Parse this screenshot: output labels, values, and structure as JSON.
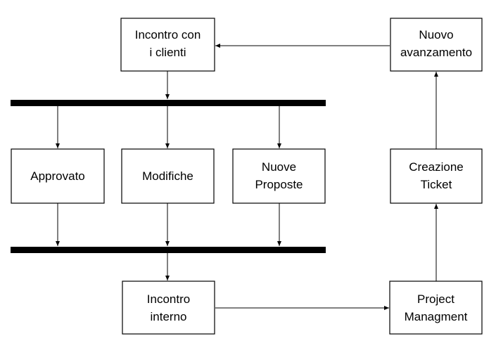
{
  "diagram": {
    "nodes": {
      "incontro_clienti": {
        "lines": [
          "Incontro con",
          "i clienti"
        ]
      },
      "nuovo_avanzamento": {
        "lines": [
          "Nuovo",
          "avanzamento"
        ]
      },
      "approvato": {
        "lines": [
          "Approvato"
        ]
      },
      "modifiche": {
        "lines": [
          "Modifiche"
        ]
      },
      "nuove_proposte": {
        "lines": [
          "Nuove",
          "Proposte"
        ]
      },
      "creazione_ticket": {
        "lines": [
          "Creazione",
          "Ticket"
        ]
      },
      "incontro_interno": {
        "lines": [
          "Incontro",
          "interno"
        ]
      },
      "project_managment": {
        "lines": [
          "Project",
          "Managment"
        ]
      }
    },
    "edges": [
      {
        "from": "nuovo_avanzamento",
        "to": "incontro_clienti"
      },
      {
        "from": "incontro_clienti",
        "to": "fork-bar"
      },
      {
        "from": "fork-bar",
        "to": "approvato"
      },
      {
        "from": "fork-bar",
        "to": "modifiche"
      },
      {
        "from": "fork-bar",
        "to": "nuove_proposte"
      },
      {
        "from": "approvato",
        "to": "join-bar"
      },
      {
        "from": "modifiche",
        "to": "join-bar"
      },
      {
        "from": "nuove_proposte",
        "to": "join-bar"
      },
      {
        "from": "join-bar",
        "to": "incontro_interno"
      },
      {
        "from": "incontro_interno",
        "to": "project_managment"
      },
      {
        "from": "project_managment",
        "to": "creazione_ticket"
      },
      {
        "from": "creazione_ticket",
        "to": "nuovo_avanzamento"
      }
    ]
  }
}
